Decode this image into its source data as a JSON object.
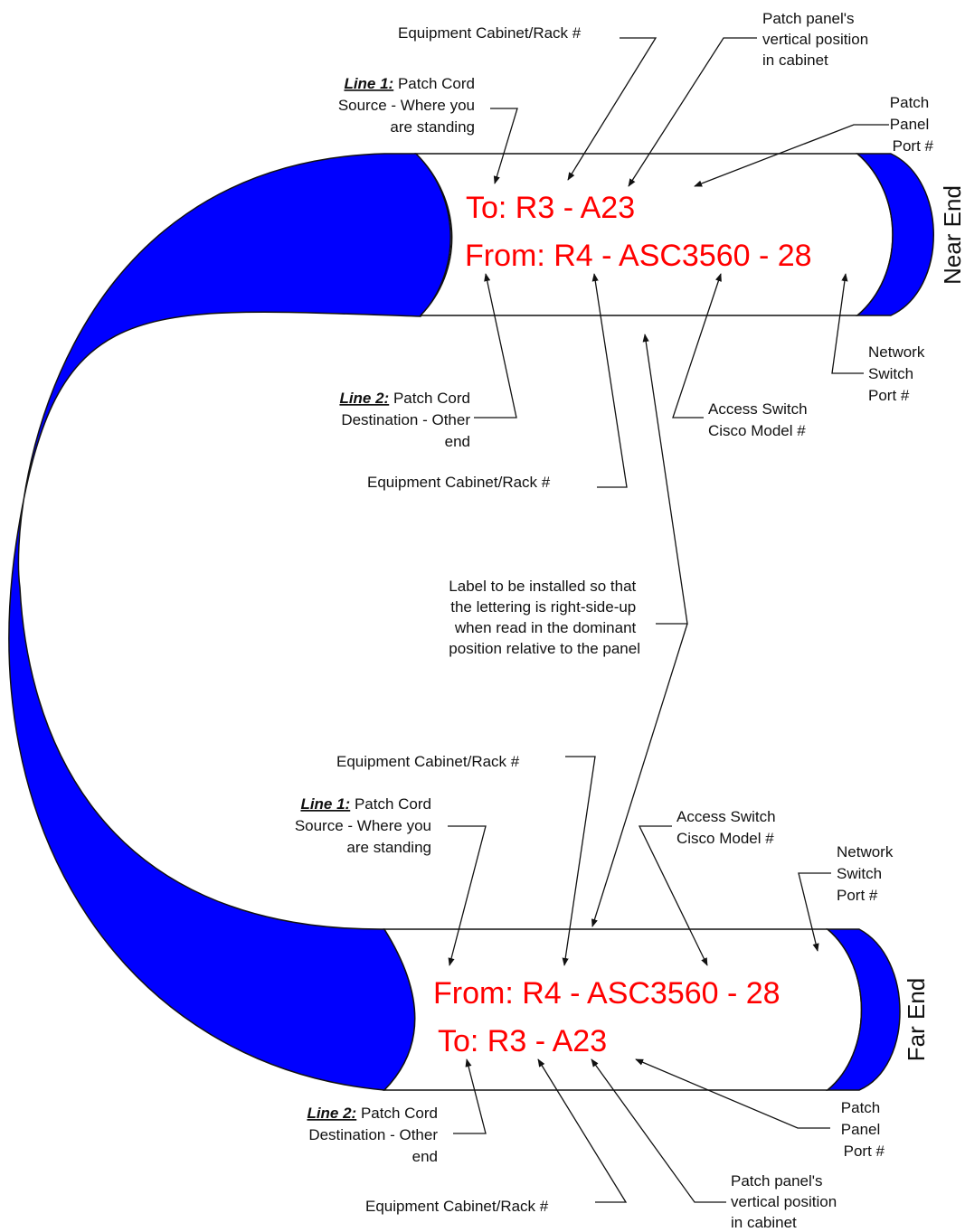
{
  "colors": {
    "cable": "#0000ff",
    "label_text": "#ff0000",
    "line": "#111111",
    "background": "#ffffff"
  },
  "near": {
    "end_label": "Near End",
    "line1_text": "To: R3 - A23",
    "line2_text": "From: R4 - ASC3560 - 28"
  },
  "far": {
    "end_label": "Far End",
    "line1_text": "From: R4 - ASC3560 - 28",
    "line2_text": "To: R3 - A23"
  },
  "annotations": {
    "top_cabinet": "Equipment Cabinet/Rack #",
    "top_vpos": [
      "Patch panel's",
      "vertical position",
      "in cabinet"
    ],
    "top_line1_heading": "Line 1:",
    "top_line1_rest": " Patch Cord",
    "top_line1_more": [
      "Source - Where you",
      "are standing"
    ],
    "top_port": [
      "Patch",
      "Panel",
      "Port #"
    ],
    "network_port": [
      "Network",
      "Switch",
      "Port #"
    ],
    "top_line2_heading": "Line 2:",
    "top_line2_rest": " Patch Cord",
    "top_line2_more": [
      "Destination - Other",
      "end"
    ],
    "access_switch": [
      "Access Switch",
      "Cisco Model #"
    ],
    "mid_cabinet": "Equipment Cabinet/Rack #",
    "install_note": [
      "Label to be installed so that",
      "the lettering is right-side-up",
      "when read in the dominant",
      "position relative to the panel"
    ],
    "far_cabinet": "Equipment Cabinet/Rack #",
    "far_line1_heading": "Line 1:",
    "far_line1_rest": " Patch Cord",
    "far_line1_more": [
      "Source - Where you",
      "are standing"
    ],
    "far_access_switch": [
      "Access Switch",
      "Cisco Model #"
    ],
    "far_network_port": [
      "Network",
      "Switch",
      "Port #"
    ],
    "far_port": [
      "Patch",
      "Panel",
      "Port #"
    ],
    "far_line2_heading": "Line 2:",
    "far_line2_rest": " Patch Cord",
    "far_line2_more": [
      "Destination - Other",
      "end"
    ],
    "bottom_cabinet": "Equipment Cabinet/Rack #",
    "bottom_vpos": [
      "Patch panel's",
      "vertical position",
      "in cabinet"
    ]
  }
}
